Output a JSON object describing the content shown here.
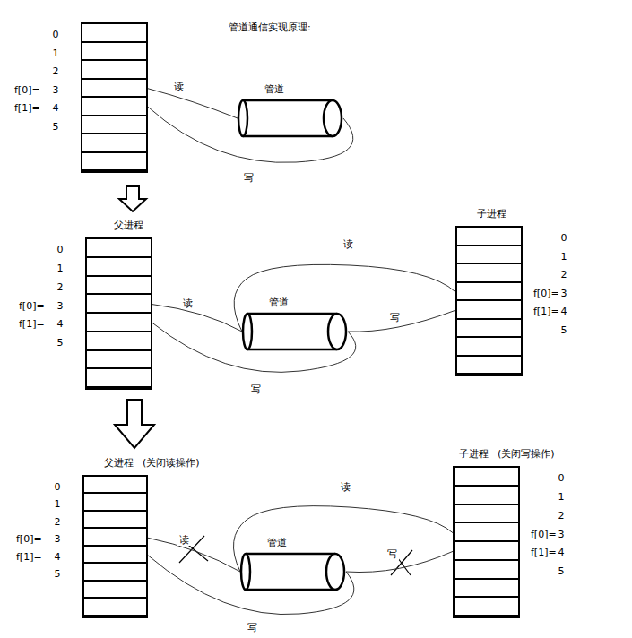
{
  "diagram": {
    "nodes": [
      {
        "text": [
          "0",
          "1",
          "2",
          "f[0]=",
          "3",
          "f[1]=",
          "4",
          "5"
        ]
      },
      {
        "text": [
          "管道"
        ]
      },
      {
        "text": [
          "父进程",
          "0",
          "1",
          "2",
          "f[0]=",
          "3",
          "f[1]=",
          "4",
          "5"
        ]
      },
      {
        "text": [
          "管道"
        ]
      },
      {
        "text": [
          "子进程",
          "0",
          "1",
          "2",
          "f[0]=",
          "3",
          "f[1]=",
          "4",
          "5"
        ]
      },
      {
        "text": [
          "父进程",
          "(关闭读操作)",
          "0",
          "1",
          "2",
          "f[0]=",
          "3",
          "f[1]=",
          "4",
          "5"
        ]
      },
      {
        "text": [
          "管道"
        ]
      },
      {
        "text": [
          "子进程",
          "(关闭写操作)",
          "0",
          "1",
          "2",
          "f[0]=",
          "3",
          "f[1]=",
          "4",
          "5"
        ]
      }
    ],
    "edges": [
      {
        "from": 0,
        "to": 1,
        "label": "读",
        "arrow": "none"
      },
      {
        "from": 0,
        "to": 1,
        "label": "写",
        "arrow": "none"
      },
      {
        "from": 2,
        "to": 3,
        "label": "读",
        "arrow": "none"
      },
      {
        "from": 2,
        "to": 3,
        "label": "写",
        "arrow": "none"
      },
      {
        "from": 4,
        "to": 3,
        "label": "读",
        "arrow": "none"
      },
      {
        "from": 4,
        "to": 3,
        "label": "写",
        "arrow": "none"
      },
      {
        "from": 5,
        "to": 6,
        "label": "读",
        "arrow": "none"
      },
      {
        "from": 5,
        "to": 6,
        "label": "写",
        "arrow": "none"
      },
      {
        "from": 7,
        "to": 6,
        "label": "读",
        "arrow": "none"
      },
      {
        "from": 7,
        "to": 6,
        "label": "写",
        "arrow": "none"
      }
    ],
    "labels": [
      "管道通信实现原理:"
    ]
  }
}
